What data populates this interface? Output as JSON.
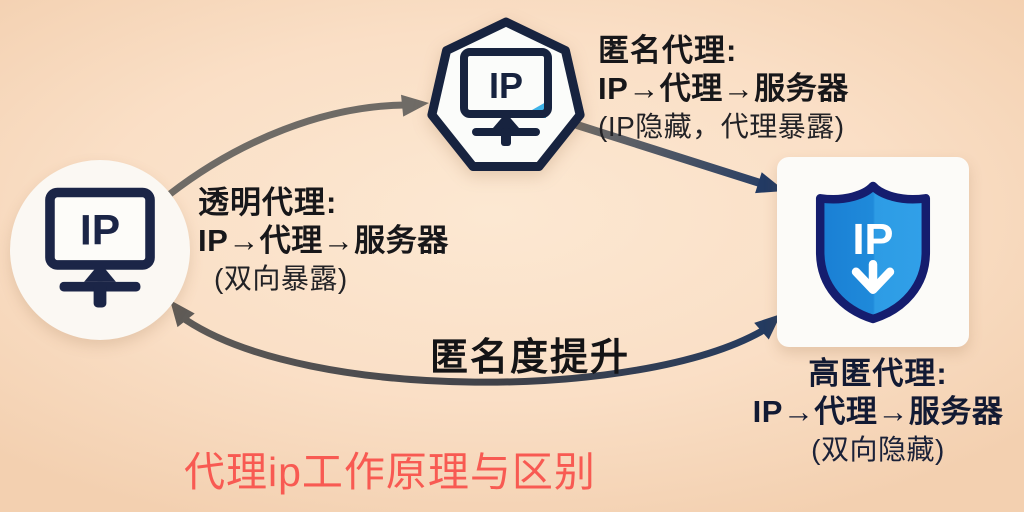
{
  "title": {
    "label": "代理ip工作原理与区别"
  },
  "nodes": {
    "client": {
      "icon": "monitor-ip-icon",
      "ip_label": "IP"
    },
    "proxy": {
      "icon": "monitor-ip-icon",
      "ip_label": "IP"
    },
    "server": {
      "icon": "shield-ip-icon",
      "ip_label": "IP"
    }
  },
  "labels": {
    "transparent": {
      "heading": "透明代理:",
      "flow": "IP→代理→服务器",
      "note": "(双向暴露)"
    },
    "anonymous": {
      "heading": "匿名代理:",
      "flow": "IP→代理→服务器",
      "note": "(IP隐藏，代理暴露)"
    },
    "elite": {
      "heading": "高匿代理:",
      "flow": "IP→代理→服务器",
      "note": "(双向隐藏)"
    },
    "axis": {
      "label": "匿名度提升"
    }
  },
  "colors": {
    "background": "#fadfc6",
    "navy": "#1b2547",
    "shield_border": "#151d6e",
    "shield_blue_dark": "#1a7fd4",
    "shield_blue_light": "#31a0e8",
    "arrow_gray": "#6f6b66",
    "arrow_navy": "#223a63",
    "title_red": "#f85a52",
    "text_black": "#17171a"
  }
}
